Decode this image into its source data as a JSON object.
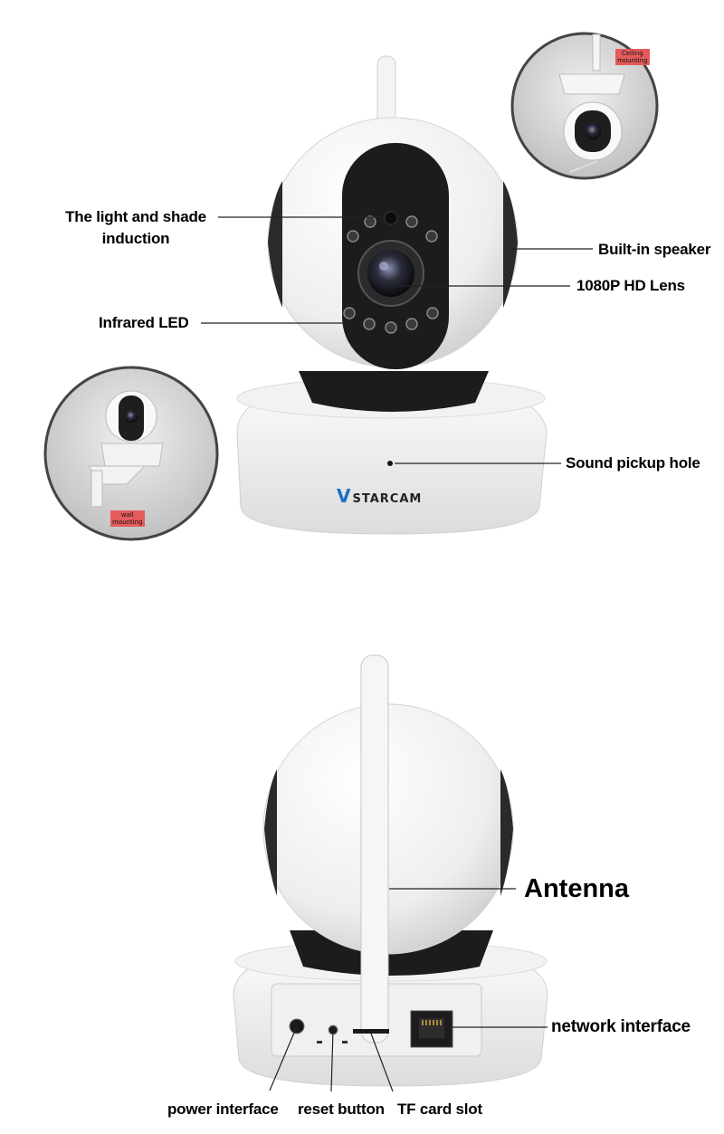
{
  "brand": {
    "logo_letter": "V",
    "logo_text": "STARCAM"
  },
  "front_view": {
    "labels": {
      "light_shade_line1": "The light and shade",
      "light_shade_line2": "induction",
      "infrared_led": "Infrared LED",
      "speaker": "Built-in speaker",
      "lens": "1080P HD Lens",
      "sound_pickup": "Sound pickup hole"
    },
    "inset_ceiling": {
      "tag_line1": "Ceiling",
      "tag_line2": "mounting"
    },
    "inset_wall": {
      "tag_line1": "wall",
      "tag_line2": "mounting"
    }
  },
  "back_view": {
    "labels": {
      "antenna": "Antenna",
      "network": "network interface",
      "power": "power interface",
      "reset": "reset button",
      "tf_card": "TF card slot"
    }
  },
  "colors": {
    "body_white": "#f6f6f6",
    "dark_panel": "#1c1c1c",
    "brand_blue": "#1d6fc0",
    "tag_red": "#e55b5b"
  }
}
